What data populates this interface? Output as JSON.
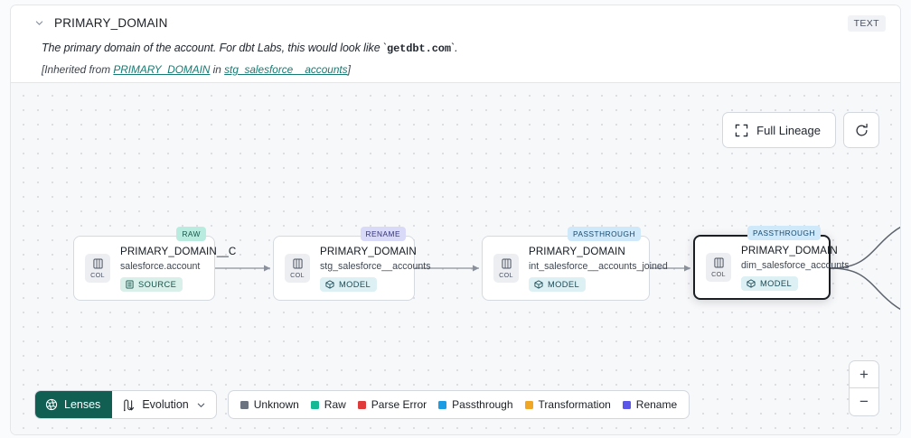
{
  "header": {
    "collapse_icon": "chevron-down-icon",
    "title": "PRIMARY_DOMAIN",
    "type_badge": "TEXT",
    "description_prefix": "The primary domain of the account. For dbt Labs, this would look like `",
    "description_code": "getdbt.com",
    "description_suffix": "`.",
    "inherited_open": "[Inherited from ",
    "inherited_column": "PRIMARY_DOMAIN",
    "inherited_in": " in ",
    "inherited_model": "stg_salesforce__accounts",
    "inherited_close": "]"
  },
  "controls": {
    "full_lineage_label": "Full Lineage",
    "full_lineage_icon": "expand-icon",
    "refresh_icon": "refresh-icon",
    "zoom_in_label": "+",
    "zoom_out_label": "−"
  },
  "lineage": {
    "nodes": [
      {
        "tag": "RAW",
        "tag_kind": "raw",
        "chip_label": "COL",
        "chip_icon": "column-icon",
        "title": "PRIMARY_DOMAIN__C",
        "subtitle": "salesforce.account",
        "kind": "SOURCE",
        "kind_icon": "source-icon",
        "selected": false
      },
      {
        "tag": "RENAME",
        "tag_kind": "rename",
        "chip_label": "COL",
        "chip_icon": "column-icon",
        "title": "PRIMARY_DOMAIN",
        "subtitle": "stg_salesforce__accounts",
        "kind": "MODEL",
        "kind_icon": "model-icon",
        "selected": false
      },
      {
        "tag": "PASSTHROUGH",
        "tag_kind": "passthrough",
        "chip_label": "COL",
        "chip_icon": "column-icon",
        "title": "PRIMARY_DOMAIN",
        "subtitle": "int_salesforce__accounts_joined",
        "kind": "MODEL",
        "kind_icon": "model-icon",
        "selected": false
      },
      {
        "tag": "PASSTHROUGH",
        "tag_kind": "passthrough",
        "chip_label": "COL",
        "chip_icon": "column-icon",
        "title": "PRIMARY_DOMAIN",
        "subtitle": "dim_salesforce_accounts",
        "kind": "MODEL",
        "kind_icon": "model-icon",
        "selected": true
      }
    ]
  },
  "toolbar": {
    "lenses_label": "Lenses",
    "lenses_icon": "lens-icon",
    "evolution_label": "Evolution",
    "evolution_icon": "evolution-icon",
    "evolution_chevron": "chevron-down-icon",
    "legend": [
      {
        "label": "Unknown",
        "color": "#6b7280"
      },
      {
        "label": "Raw",
        "color": "#14b894"
      },
      {
        "label": "Parse Error",
        "color": "#e03a3a"
      },
      {
        "label": "Passthrough",
        "color": "#1b9ce3"
      },
      {
        "label": "Transformation",
        "color": "#f0a726"
      },
      {
        "label": "Rename",
        "color": "#5b56e8"
      }
    ]
  }
}
